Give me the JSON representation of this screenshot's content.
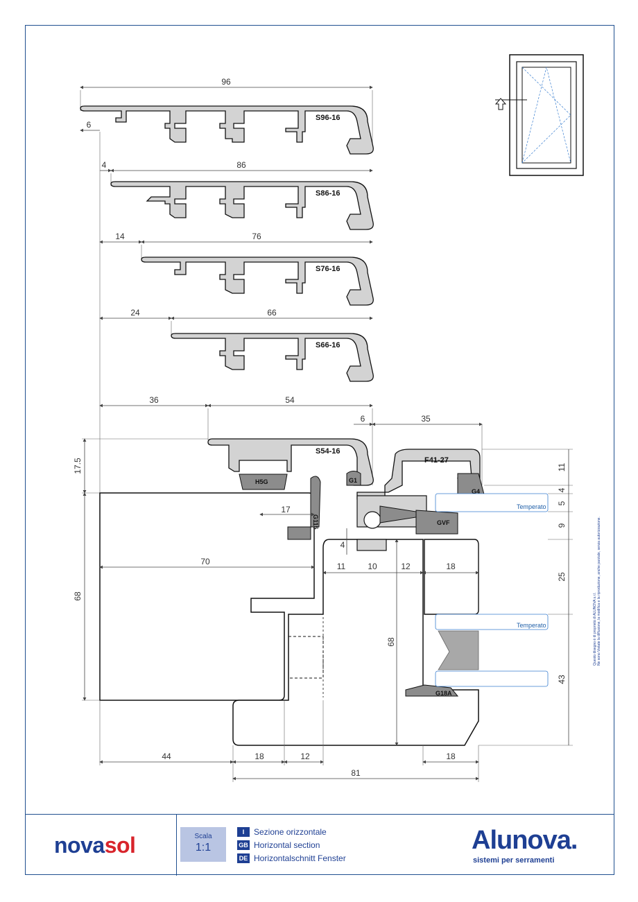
{
  "drawing": {
    "profiles": [
      {
        "code": "S96-16",
        "width": "96",
        "offset": "6"
      },
      {
        "code": "S86-16",
        "width": "86",
        "offset": "4"
      },
      {
        "code": "S76-16",
        "width": "76",
        "offset": "14"
      },
      {
        "code": "S66-16",
        "width": "66",
        "offset": "24"
      }
    ],
    "section": {
      "sash_code": "S54-16",
      "frame_code": "F41-27",
      "dims_top": [
        "36",
        "54",
        "6",
        "35"
      ],
      "dims_left": [
        "17.5",
        "68"
      ],
      "dims_right": [
        "11",
        "4",
        "5",
        "9",
        "25",
        "43"
      ],
      "dims_inner": [
        "17",
        "70",
        "4",
        "11",
        "10",
        "12",
        "18",
        "68"
      ],
      "dims_bottom": [
        "44",
        "18",
        "12",
        "18",
        "81"
      ],
      "gaskets": [
        "H5G",
        "G115",
        "G1",
        "G4",
        "GVF",
        "G18A"
      ],
      "glass_label": "Temperato"
    }
  },
  "copyright": [
    "Questo disegno è di proprietà di ALUNOVA s.r.l.",
    "Ne sono Vietate la diffusione, la modifica e la riproduzione, anche parziale, senza autorizzazione."
  ],
  "footer": {
    "brand_left_a": "nova",
    "brand_left_b": "sol",
    "scale_label": "Scala",
    "scale_value": "1:1",
    "languages": [
      {
        "code": "I",
        "text": "Sezione orizzontale"
      },
      {
        "code": "GB",
        "text": "Horizontal section"
      },
      {
        "code": "DE",
        "text": "Horizontalschnitt Fenster"
      }
    ],
    "brand_right": "Alunova.",
    "brand_right_tagline": "sistemi per serramenti"
  },
  "colors": {
    "frame_border": "#1f4f8f",
    "profile_fill": "#d3d3d3",
    "gasket_fill": "#8c8c8c",
    "glass_stroke": "#3a7fd0",
    "brand_blue": "#1e3f93",
    "brand_red": "#d8242b"
  }
}
